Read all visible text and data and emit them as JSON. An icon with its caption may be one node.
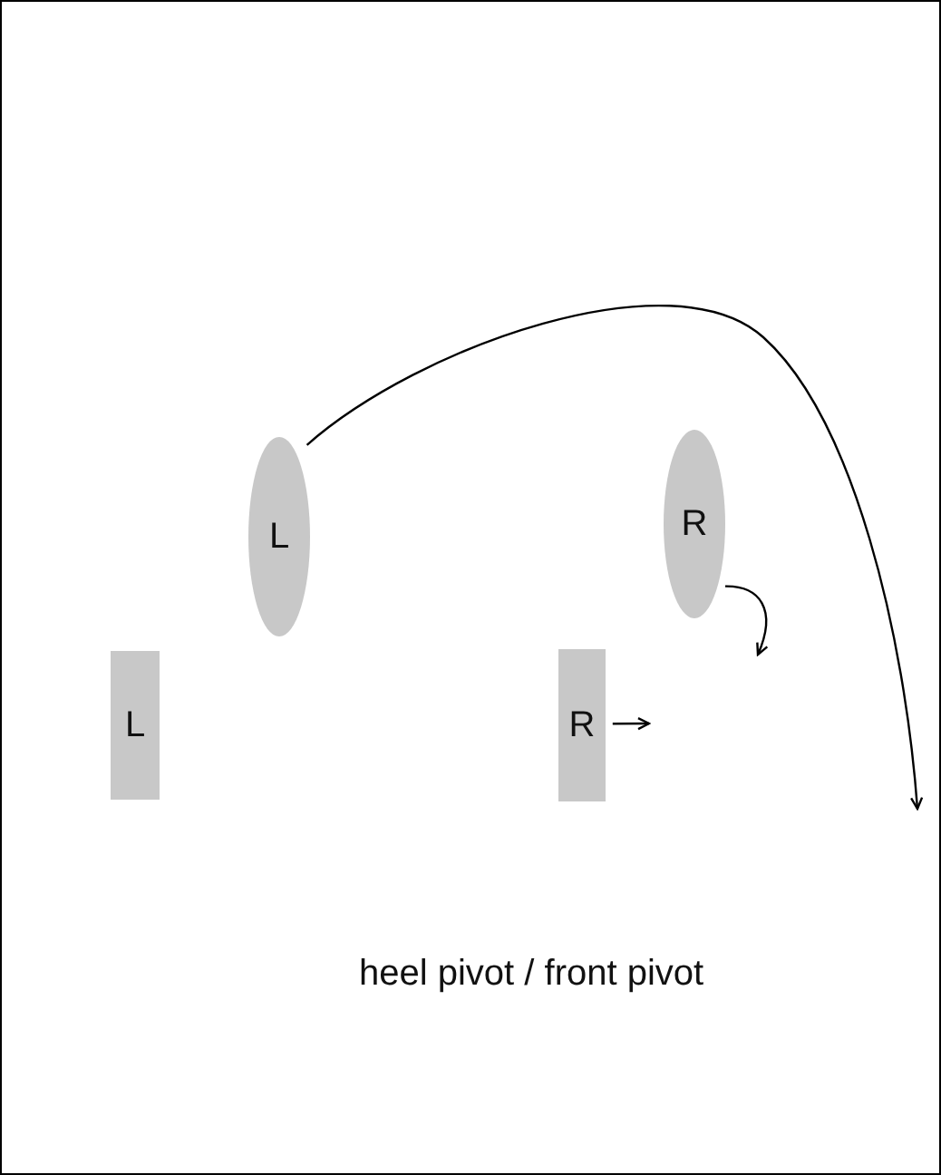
{
  "diagram": {
    "nodes": [
      {
        "text": [
          "L"
        ]
      },
      {
        "text": [
          "R"
        ]
      },
      {
        "text": [
          "L"
        ]
      },
      {
        "text": [
          "R"
        ]
      }
    ],
    "edges": [
      {
        "from": 0,
        "to": null,
        "arrow": "to"
      },
      {
        "from": 1,
        "to": null,
        "arrow": "to"
      },
      {
        "from": 3,
        "to": null,
        "arrow": "to"
      }
    ],
    "labels": [
      "heel pivot / front pivot"
    ]
  }
}
